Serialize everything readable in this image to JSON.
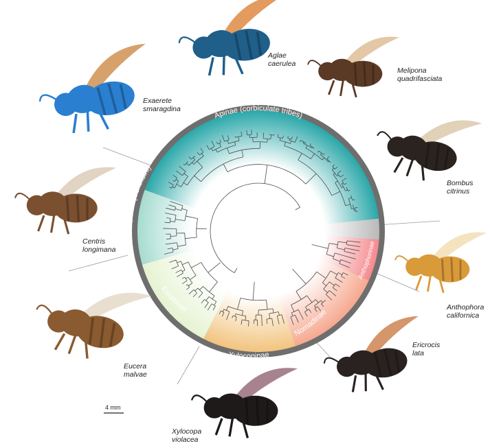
{
  "clades": [
    {
      "key": "apinae_corbiculate",
      "name": "Apinae (corbiculate tribes)",
      "color": "#2aa7a9"
    },
    {
      "key": "apinae_centridini",
      "name": "Apinae (Centridini)",
      "color": "#a6dcd0"
    },
    {
      "key": "eucerinae",
      "name": "Eucerinae",
      "color": "#e6f3d2"
    },
    {
      "key": "xylocopinae",
      "name": "Xylocopinae",
      "color": "#f2c47e"
    },
    {
      "key": "nomadinae",
      "name": "Nomadinae",
      "color": "#f6a88f"
    },
    {
      "key": "anthophorinae",
      "name": "Anthophorinae",
      "color": "#f58a8e"
    },
    {
      "key": "outgroup",
      "name": "",
      "color": "#b9b9b9"
    }
  ],
  "ring_color": "#6f6e6e",
  "species": [
    {
      "key": "aglae",
      "line1": "Aglae",
      "line2": "caerulea",
      "body_color": "#1f5f8a",
      "wing_color": "#d9792a"
    },
    {
      "key": "melipona",
      "line1": "Melipona",
      "line2": "quadrifasciata",
      "body_color": "#5a3a25",
      "wing_color": "#d9b48a"
    },
    {
      "key": "exaerete",
      "line1": "Exaerete",
      "line2": "smaragdina",
      "body_color": "#2a7fd0",
      "wing_color": "#c9823a"
    },
    {
      "key": "bombus",
      "line1": "Bombus",
      "line2": "citrinus",
      "body_color": "#2a2320",
      "wing_color": "#d6c1a0"
    },
    {
      "key": "centris",
      "line1": "Centris",
      "line2": "longimana",
      "body_color": "#7a5030",
      "wing_color": "#d8c5ae"
    },
    {
      "key": "anthophora",
      "line1": "Anthophora",
      "line2": "californica",
      "body_color": "#d99a3a",
      "wing_color": "#f0d9a8"
    },
    {
      "key": "eucera",
      "line1": "Eucera",
      "line2": "malvae",
      "body_color": "#8a5a30",
      "wing_color": "#e2d4c0"
    },
    {
      "key": "ericrocis",
      "line1": "Ericrocis",
      "line2": "lata",
      "body_color": "#2a2220",
      "wing_color": "#c7733a"
    },
    {
      "key": "xylocopa",
      "line1": "Xylocopa",
      "line2": "violacea",
      "body_color": "#1f1a1a",
      "wing_color": "#8a5a6a"
    }
  ],
  "scalebar": {
    "label": "4 mm"
  }
}
